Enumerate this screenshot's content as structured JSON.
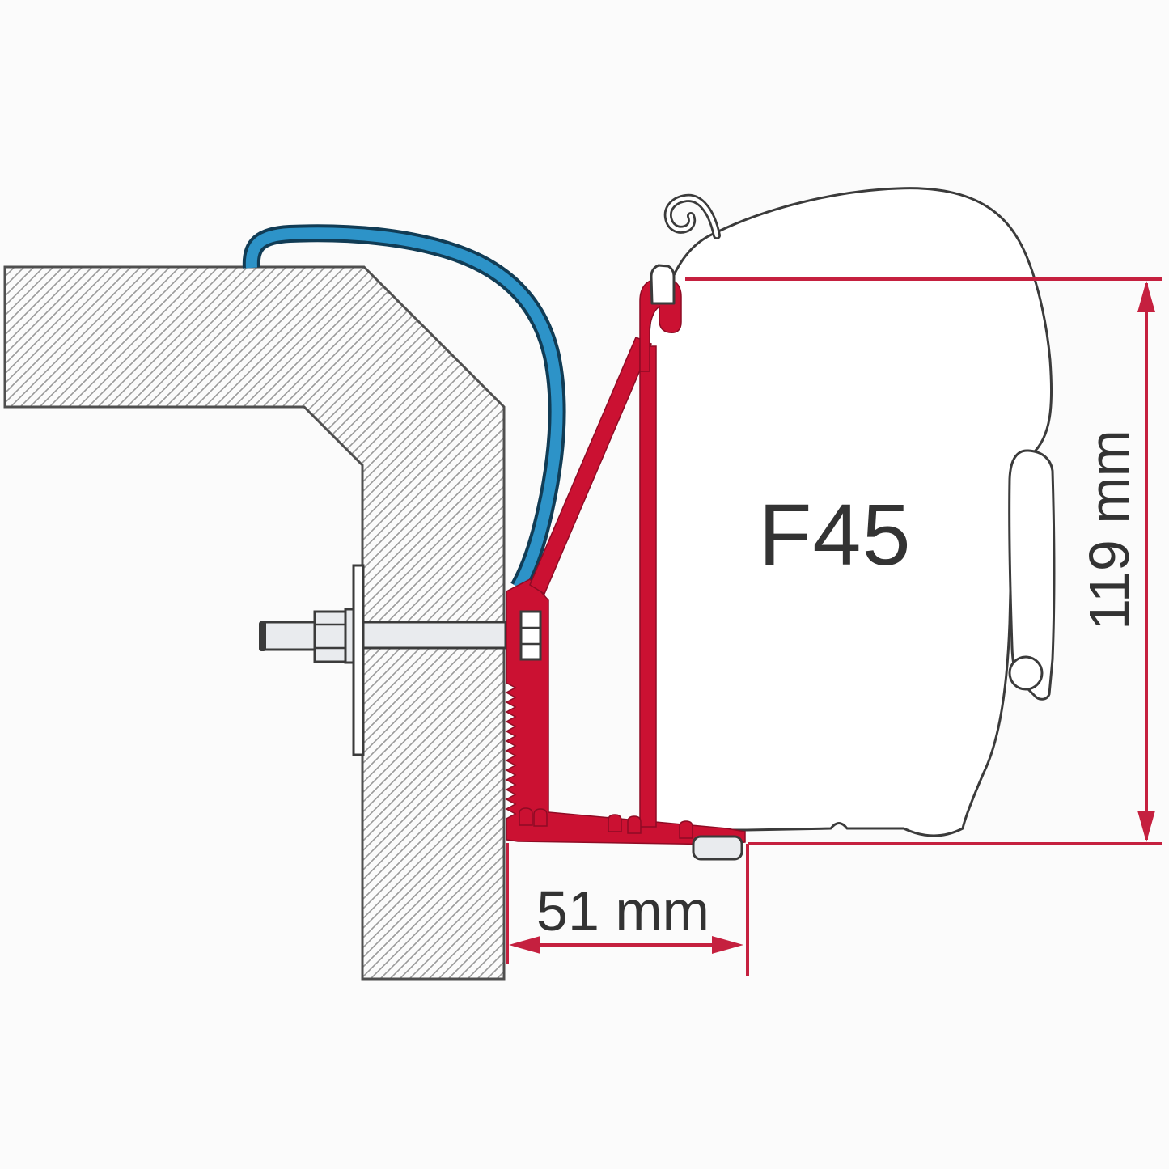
{
  "title": "Awning adapter bracket mounting diagram",
  "labels": {
    "product": "F45",
    "width_dim": "51 mm",
    "height_dim": "119 mm"
  },
  "parts": {
    "wall": "vehicle-wall-cross-section",
    "pipe": "rain-guard-profile",
    "bracket": "adapter-bracket-profile",
    "bolt": "through-bolt-fixing",
    "case": "awning-case-outline"
  },
  "colors": {
    "bg": "#fbfbfb",
    "bracket_red": "#cb1132",
    "bracket_red_dark": "#8e0b24",
    "dimension_red": "#c5203f",
    "pipe_blue": "#2d93c8",
    "pipe_dark": "#113c55",
    "outline": "#3b3b3b",
    "wall_outline": "#4f4f4f",
    "hatch": "#999999",
    "metal": "#e9ebee",
    "text_dark": "#333333"
  }
}
